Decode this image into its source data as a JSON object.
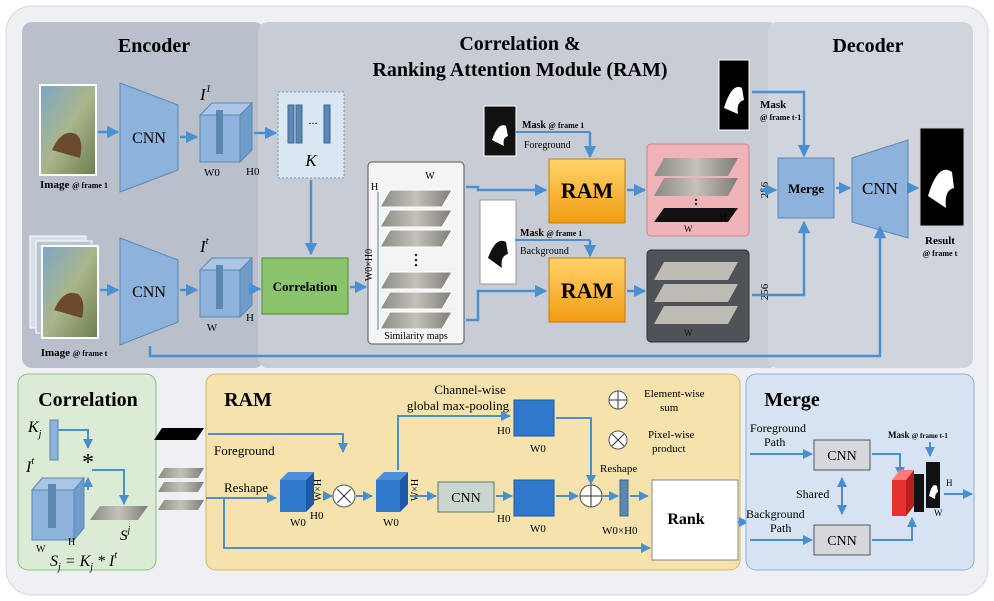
{
  "encoder": {
    "title": "Encoder",
    "cnn_top": "CNN",
    "cnn_bottom": "CNN",
    "feat_top": {
      "name": "I",
      "sup": "1",
      "w": "W0",
      "h": "H0"
    },
    "feat_bottom": {
      "name": "I",
      "sup": "t",
      "w": "W",
      "h": "H"
    },
    "k_label": "K",
    "k_dots": "...",
    "image_top_label": "Image",
    "image_top_sub": "@ frame 1",
    "image_bottom_label": "Image",
    "image_bottom_sub": "@ frame t"
  },
  "ram_module": {
    "title_line1": "Correlation &",
    "title_line2": "Ranking Attention Module  (RAM)",
    "correlation_label": "Correlation",
    "sim_maps_label": "Similarity maps",
    "sim_w": "W",
    "sim_h": "H",
    "sim_side": "W0×H0",
    "mask_fg_label": "Mask",
    "mask_fg_sub": "@ frame 1",
    "foreground_label": "Foreground",
    "mask_bg_label": "Mask",
    "mask_bg_sub": "@ frame 1",
    "background_label": "Background",
    "ram_top": "RAM",
    "ram_bottom": "RAM",
    "out_top_256": "256",
    "out_top_w": "W",
    "out_top_h": "H",
    "out_bottom_256": "256",
    "out_bottom_w": "W"
  },
  "decoder": {
    "title": "Decoder",
    "mask_label": "Mask",
    "mask_sub": "@ frame t-1",
    "merge_label": "Merge",
    "cnn_label": "CNN",
    "result_label": "Result",
    "result_sub": "@ frame t"
  },
  "corr_detail": {
    "title": "Correlation",
    "kj": "K",
    "kj_sub": "j",
    "it": "I",
    "it_sup": "t",
    "star": "*",
    "sj": "S",
    "sj_sup": "j",
    "w": "W",
    "h": "H",
    "formula_s": "S",
    "formula_s_sub": "j",
    "formula_eq": " = K",
    "formula_k_sub": "j",
    "formula_rest": " * I",
    "formula_i_sup": "t"
  },
  "ram_detail": {
    "title": "RAM",
    "foreground": "Foreground",
    "reshape_left": "Reshape",
    "w0_a": "W0",
    "h0_a": "H0",
    "wh_a": "W×H",
    "w0_b": "W0",
    "wh_b": "W×H",
    "pool_line1": "Channel-wise",
    "pool_line2": "global max-pooling",
    "h0_pool": "H0",
    "w0_pool": "W0",
    "cnn": "CNN",
    "h0_cnn": "H0",
    "w0_cnn": "W0",
    "reshape_right": "Reshape",
    "w0h0": "W0×H0",
    "rank": "Rank",
    "legend_sum_line1": "Element-wise",
    "legend_sum_line2": "sum",
    "legend_prod_line1": "Pixel-wise",
    "legend_prod_line2": "product"
  },
  "merge_detail": {
    "title": "Merge",
    "fg_path_line1": "Foreground",
    "fg_path_line2": "Path",
    "bg_path_line1": "Background",
    "bg_path_line2": "Path",
    "cnn_top": "CNN",
    "cnn_bottom": "CNN",
    "shared": "Shared",
    "mask_label": "Mask",
    "mask_sub": "@ frame t-1",
    "h": "H",
    "w": "W"
  },
  "colors": {
    "arrow": "#4a8fd0",
    "panel_enc": "#b8bfcc",
    "panel_ram": "#c9ced6",
    "panel_dec": "#cfd3dc",
    "block_blue": "#8db3dc",
    "ram_orange": "#f5a623",
    "corr_green": "#8cc36d",
    "detail_green": "#dcebd5",
    "detail_yellow": "#f5e2ad",
    "detail_blue": "#d7e3f2"
  }
}
